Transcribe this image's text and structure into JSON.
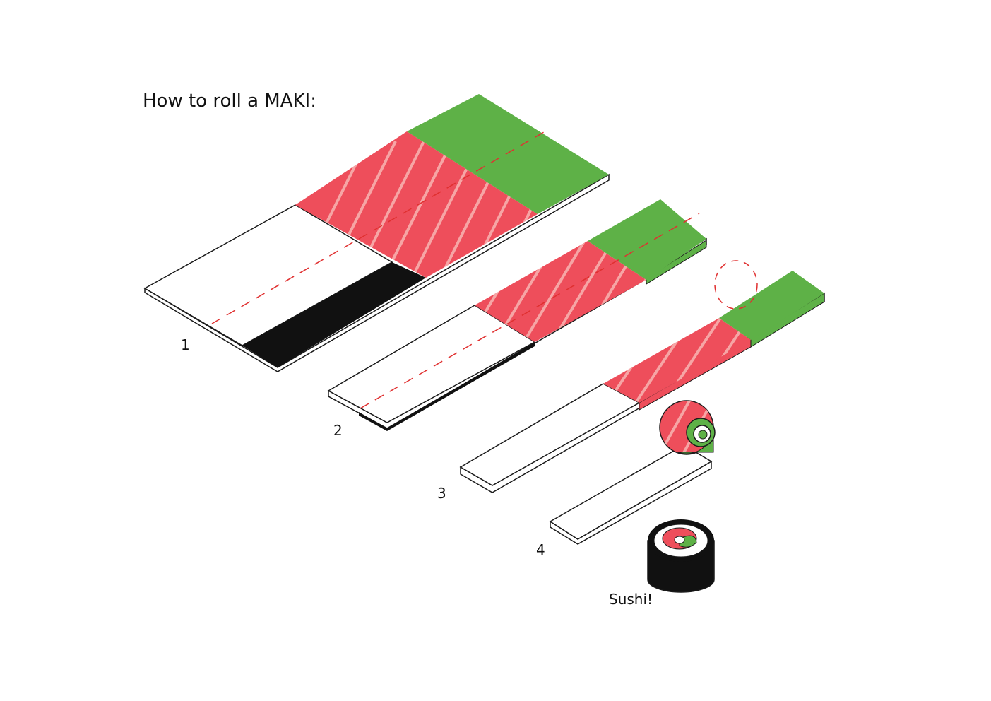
{
  "title": "How to roll a MAKI:",
  "steps": [
    "1",
    "2",
    "3",
    "4"
  ],
  "final_label": "Sushi!",
  "colors": {
    "nori": "#111111",
    "rice": "#ffffff",
    "fish": "#ee4e5b",
    "fish_stripe": "#f6a5a5",
    "cucumber": "#5eb147",
    "outline": "#1a1a1a",
    "fold_line": "#e03030"
  }
}
